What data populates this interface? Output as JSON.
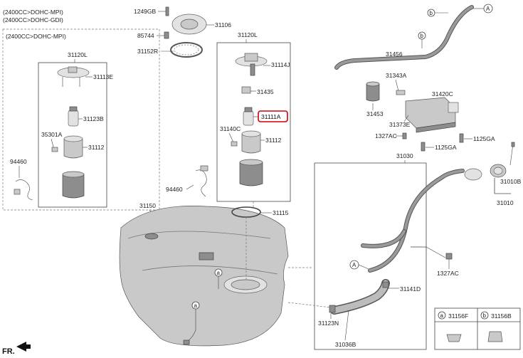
{
  "header": {
    "line1": "(2400CC>DOHC-MPI)",
    "line2": "(2400CC>DOHC-GDI)",
    "left_box_title": "(2400CC>DOHC-MPI)"
  },
  "direction_label": "FR.",
  "highlighted_part": "31111A",
  "callouts": {
    "a": "a",
    "b": "b",
    "A": "A"
  },
  "labels": {
    "p1249GB": "1249GB",
    "p31106": "31106",
    "p85744": "85744",
    "p31152R": "31152R",
    "p31120L_left": "31120L",
    "p31113E": "31113E",
    "p31123B": "31123B",
    "p35301A": "35301A",
    "p31112_left": "31112",
    "p94460_left": "94460",
    "p31120L_mid": "31120L",
    "p31114J": "31114J",
    "p31435": "31435",
    "p31111A": "31111A",
    "p31140C": "31140C",
    "p31112_mid": "31112",
    "p94460_mid": "94460",
    "p31150": "31150",
    "p31115": "31115",
    "p31456": "31456",
    "p31343A": "31343A",
    "p31420C": "31420C",
    "p31453": "31453",
    "p31373E": "31373E",
    "p1327AC_top": "1327AC",
    "p1125GA_right": "1125GA",
    "p1125GA_mid": "1125GA",
    "p31030": "31030",
    "p31010B": "31010B",
    "p31010": "31010",
    "p1327AC_bot": "1327AC",
    "p31141D": "31141D",
    "p31123N": "31123N",
    "p31036B": "31036B"
  },
  "legend": {
    "a_code": "31156F",
    "b_code": "31156B"
  }
}
